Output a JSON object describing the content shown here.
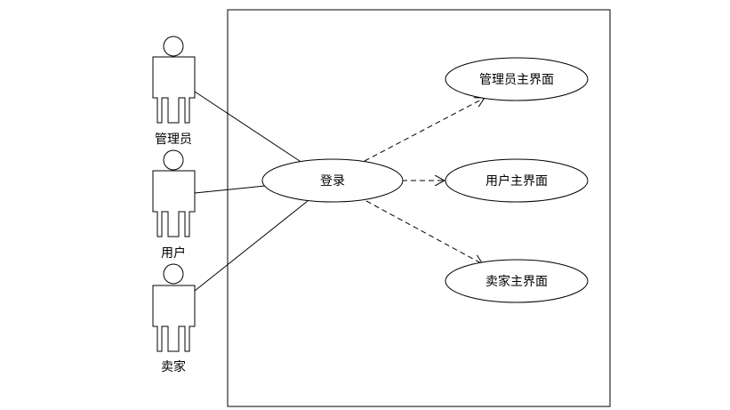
{
  "actors": [
    {
      "id": "admin",
      "label": "管理员"
    },
    {
      "id": "user",
      "label": "用户"
    },
    {
      "id": "seller",
      "label": "卖家"
    }
  ],
  "use_cases": [
    {
      "id": "login",
      "label": "登录"
    },
    {
      "id": "admin_main",
      "label": "管理员主界面"
    },
    {
      "id": "user_main",
      "label": "用户主界面"
    },
    {
      "id": "seller_main",
      "label": "卖家主界面"
    }
  ],
  "associations": [
    {
      "from": "admin",
      "to": "login"
    },
    {
      "from": "user",
      "to": "login"
    },
    {
      "from": "seller",
      "to": "login"
    }
  ],
  "dependencies": [
    {
      "from": "login",
      "to": "admin_main"
    },
    {
      "from": "login",
      "to": "user_main"
    },
    {
      "from": "login",
      "to": "seller_main"
    }
  ],
  "colors": {
    "stroke": "#000000",
    "background": "#ffffff"
  }
}
